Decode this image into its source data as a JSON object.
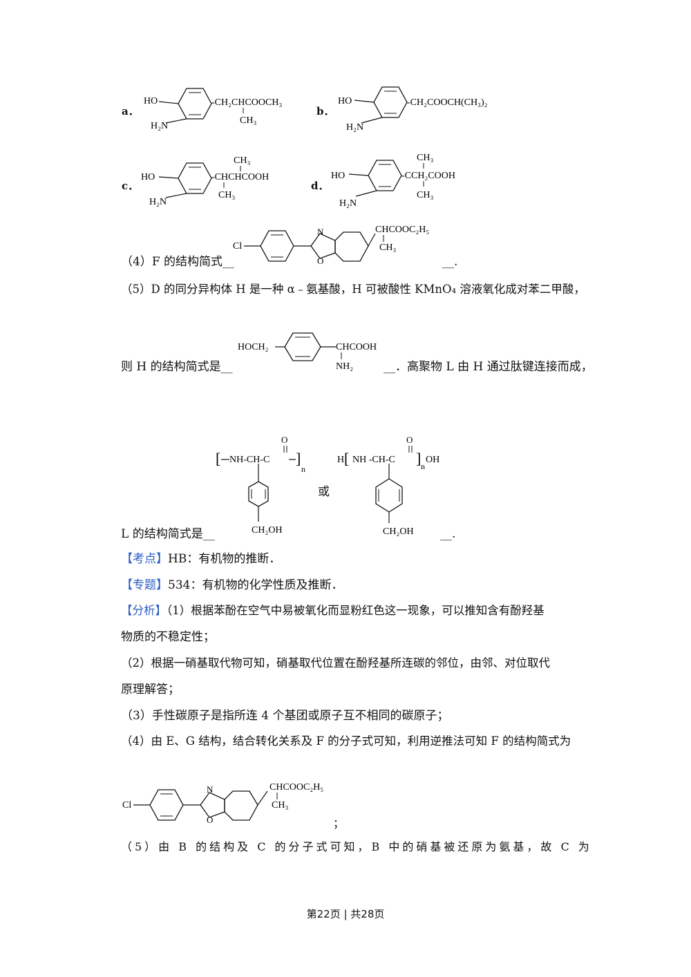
{
  "options": {
    "a": {
      "label": "a．",
      "ho": "HO",
      "nh2": "H₂N",
      "chain": "-CH₂CHCOOCH₃",
      "sub": "CH₃"
    },
    "b": {
      "label": "b．",
      "ho": "HO",
      "nh2": "H₂N",
      "chain": "-CH₂COOCH(CH₃)₂"
    },
    "c": {
      "label": "c．",
      "ho": "HO",
      "nh2": "H₂N",
      "chain": "-CHCHCOOH",
      "top": "CH₃",
      "sub": "CH₃"
    },
    "d": {
      "label": "d．",
      "ho": "HO",
      "nh2": "H₂N",
      "chain": "-CCH₂COOH",
      "top": "CH₃",
      "sub": "CH₃"
    }
  },
  "q4": {
    "prefix": "（4）F 的结构简式__",
    "suffix": "__.",
    "f_structure": {
      "cl": "Cl",
      "n": "N",
      "o": "O",
      "chain": "CHCOOC₂H₅",
      "sub": "CH₃"
    }
  },
  "q5": {
    "line1": "（5）D 的同分异构体 H 是一种 α﹣氨基酸，H 可被酸性 KMnO₄ 溶液氧化成对苯二甲酸，",
    "line2_prefix": "则 H 的结构简式是__",
    "line2_suffix": "__．高聚物 L 由 H 通过肽键连接而成，",
    "h_structure": {
      "left": "HOCH₂",
      "right": "CHCOOH",
      "sub": "NH₂"
    },
    "l_prefix": "L 的结构简式是__",
    "l_suffix": "__.",
    "or": "或",
    "poly1": {
      "chain": "NH-CH-C",
      "o": "O",
      "n": "n",
      "ring_sub": "CH₂OH"
    },
    "poly2": {
      "h": "H",
      "chain": "NH -CH-C",
      "o": "O",
      "n": "n",
      "oh": "OH",
      "ring_sub": "CH₂OH"
    }
  },
  "kaodian": {
    "tag": "【考点】",
    "text": "HB：有机物的推断．"
  },
  "zhuanti": {
    "tag": "【专题】",
    "text": "534：有机物的化学性质及推断．"
  },
  "fenxi": {
    "tag": "【分析】",
    "p1a": "（1）根据苯酚在空气中易被氧化而显粉红色这一现象，可以推知含有酚羟基",
    "p1b": "物质的不稳定性；",
    "p2a": "（2）根据一硝基取代物可知，硝基取代位置在酚羟基所连碳的邻位，由邻、对位取代",
    "p2b": "原理解答；",
    "p3": "（3）手性碳原子是指所连 4 个基团或原子互不相同的碳原子；",
    "p4": "（4）由 E、G 结构，结合转化关系及 F 的分子式可知，利用逆推法可知 F 的结构简式为",
    "p4_structure": {
      "cl": "Cl",
      "n": "N",
      "o": "O",
      "chain": "CHCOOC₂H₅",
      "sub": "CH₃"
    },
    "p4_end": "；",
    "p5": "（5）由 B 的结构及 C 的分子式可知，B 中的硝基被还原为氨基，故 C 为"
  },
  "footer": "第22页 | 共28页"
}
